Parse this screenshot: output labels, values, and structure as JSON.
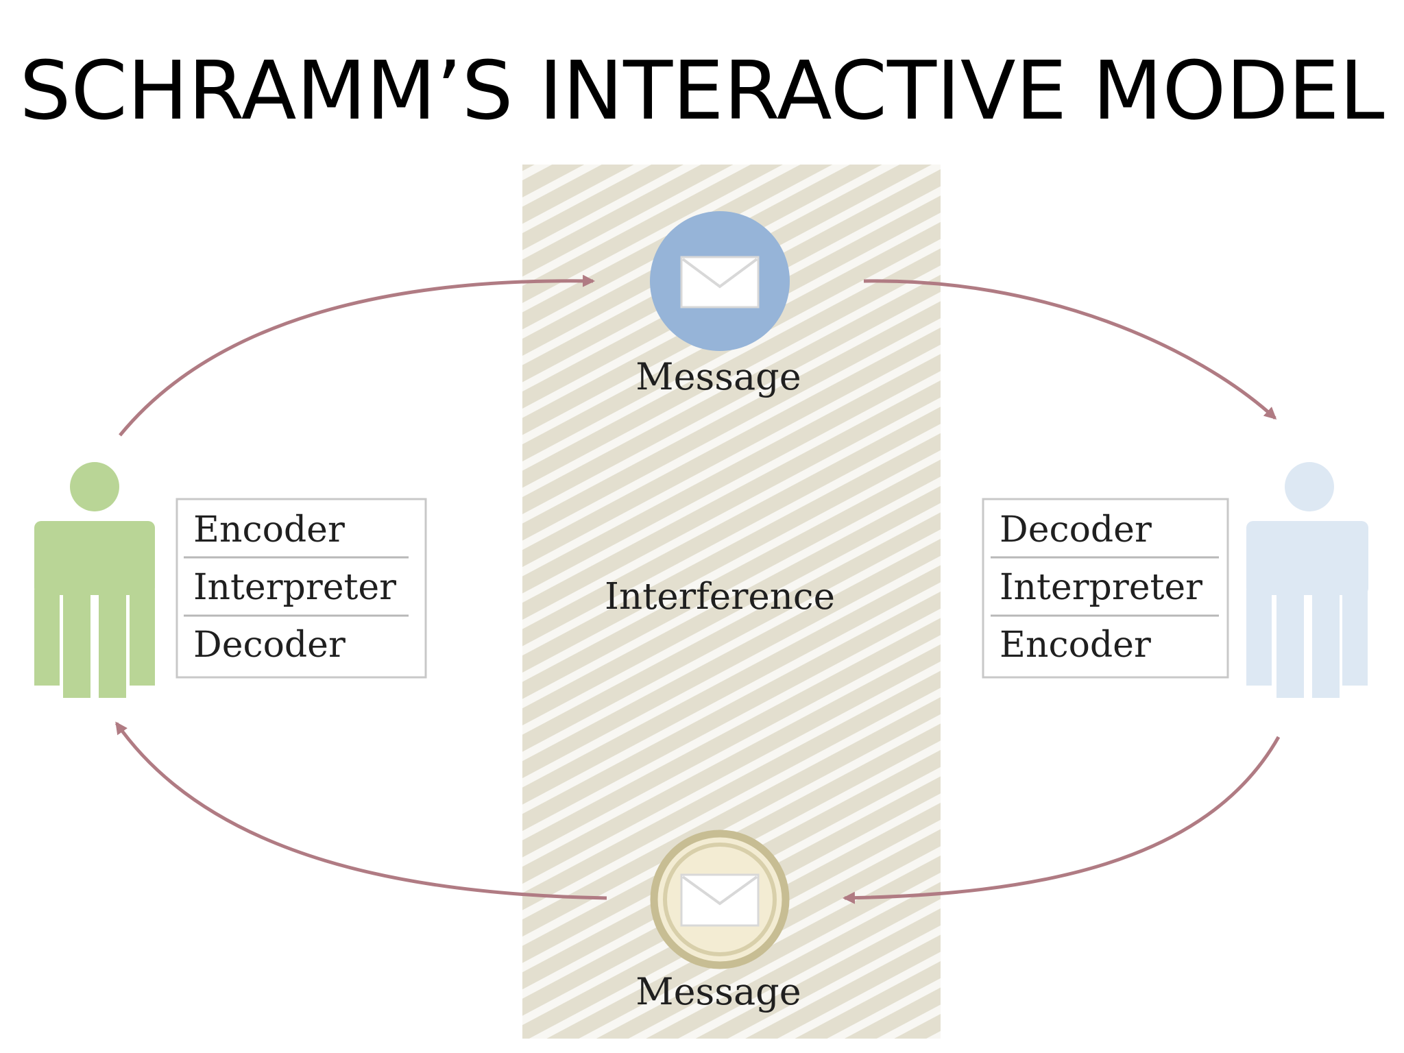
{
  "slide": {
    "title": "SCHRAMM’S INTERACTIVE MODEL"
  },
  "diagram": {
    "interference_label": "Interference",
    "messages": {
      "top_label": "Message",
      "bottom_label": "Message"
    },
    "left_person": {
      "icon": "person-icon",
      "color": "#b9d596",
      "roles": [
        "Encoder",
        "Interpreter",
        "Decoder"
      ]
    },
    "right_person": {
      "icon": "person-icon",
      "color": "#dde8f3",
      "roles": [
        "Decoder",
        "Interpreter",
        "Encoder"
      ]
    },
    "colors": {
      "arrow": "#b07b83",
      "top_message_circle": "#96b4d8",
      "bottom_message_circle": "#f3ecd3",
      "bottom_message_ring": "#c7bd93",
      "interference_band": "#e3dfcf",
      "interference_stripes": "#ffffff"
    }
  }
}
